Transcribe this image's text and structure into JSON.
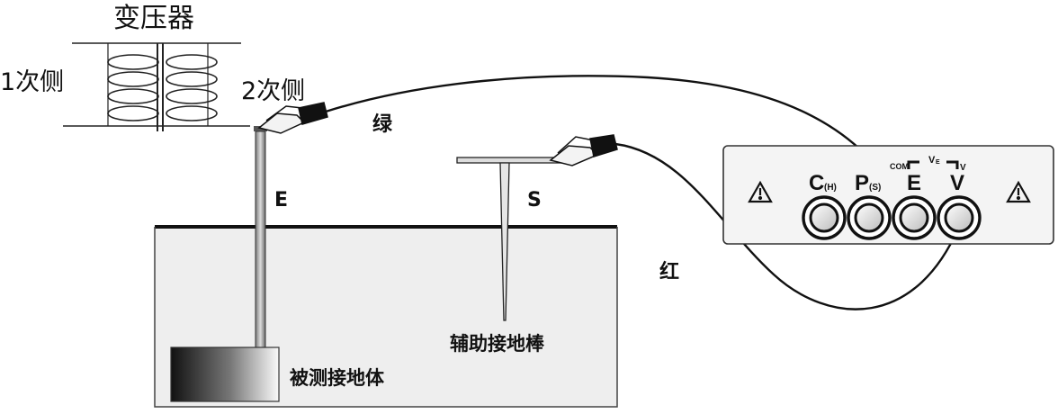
{
  "transformer": {
    "title": "变压器",
    "primary_side": "1次侧",
    "secondary_side": "2次侧"
  },
  "electrodes": {
    "earth_label": "E",
    "aux_label": "S",
    "aux_rod_caption": "辅助接地棒",
    "grounded_body_caption": "被测接地体"
  },
  "wires": {
    "green_label": "绿",
    "red_label": "红"
  },
  "meter": {
    "terminals": [
      {
        "main": "C",
        "sub": "(H)"
      },
      {
        "main": "P",
        "sub": "(S)"
      },
      {
        "main": "E",
        "sub": ""
      },
      {
        "main": "V",
        "sub": ""
      }
    ],
    "com_label": "COM",
    "ve_main": "V",
    "ve_sub": "E",
    "v_label": "V",
    "warning_glyph": "!"
  },
  "colors": {
    "ink": "#111111",
    "ground_fill": "#eeeeee",
    "meter_fill": "#f4f4f4"
  }
}
